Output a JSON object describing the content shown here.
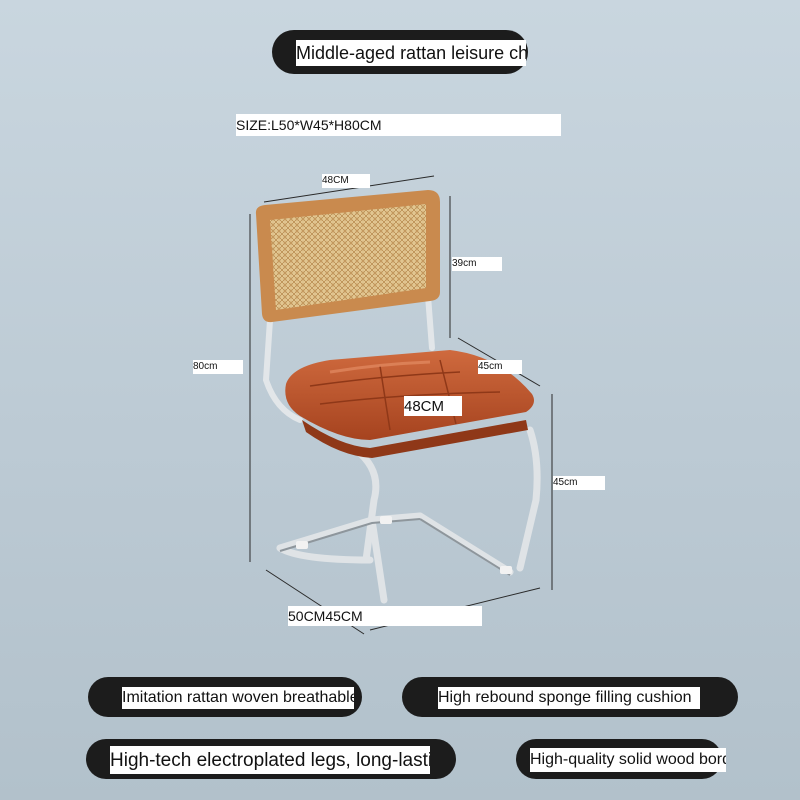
{
  "title": "Middle-aged rattan leisure chair",
  "size": "SIZE:L50*W45*H80CM",
  "dimensions": {
    "backrest_width": "48CM",
    "backrest_height": "39cm",
    "total_height": "80cm",
    "seat_depth": "45cm",
    "seat_width": "48CM",
    "seat_height": "45cm",
    "base": "50CM45CM"
  },
  "features": [
    "Imitation rattan woven breathable backrest",
    "High rebound sponge filling cushion",
    "High-tech electroplated legs, long-lasting brightness",
    "High-quality solid wood border"
  ],
  "colors": {
    "pill": "#1c1c1c",
    "label_bg": "#ffffff",
    "wood": "#c98a4e",
    "rattan": "#e3c68f",
    "leather": "#c0582f",
    "chrome": "#d9dde0"
  }
}
